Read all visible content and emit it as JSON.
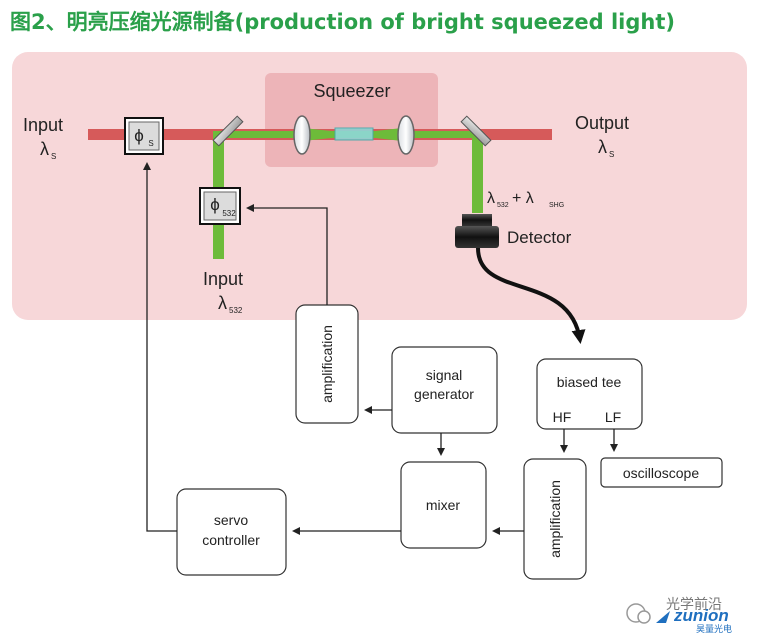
{
  "title": "图2、明亮压缩光源制备(production of bright squeezed light)",
  "labels": {
    "squeezer": "Squeezer",
    "input_left": "Input",
    "input_left_sym": "λ",
    "input_left_sub": "S",
    "output_right": "Output",
    "output_right_sym": "λ",
    "output_right_sub": "S",
    "phi_s": "ϕ",
    "phi_s_sub": "S",
    "phi_532": "ϕ",
    "phi_532_sub": "532",
    "input_532": "Input",
    "input_532_sym": "λ",
    "input_532_sub": "532",
    "beam_sum_a": "λ",
    "beam_sum_a_sub": "532",
    "beam_sum_plus": " + λ",
    "beam_sum_b_sub": "SHG",
    "detector": "Detector"
  },
  "boxes": {
    "amplification_left": "amplification",
    "signal_generator_line1": "signal",
    "signal_generator_line2": "generator",
    "biased_tee": "biased tee",
    "hf": "HF",
    "lf": "LF",
    "oscilloscope": "oscilloscope",
    "mixer": "mixer",
    "amplification_right": "amplification",
    "servo_line1": "servo",
    "servo_line2": "controller"
  },
  "watermark": {
    "text1": "光学前沿",
    "text2": "zunion",
    "text3": "昊量光电"
  },
  "colors": {
    "title": "#2aa04a",
    "panel": "#f7d7d9",
    "squeezer_box": "#edb4b8",
    "red_beam": "#d65a5a",
    "green_beam": "#6dbb3a"
  }
}
